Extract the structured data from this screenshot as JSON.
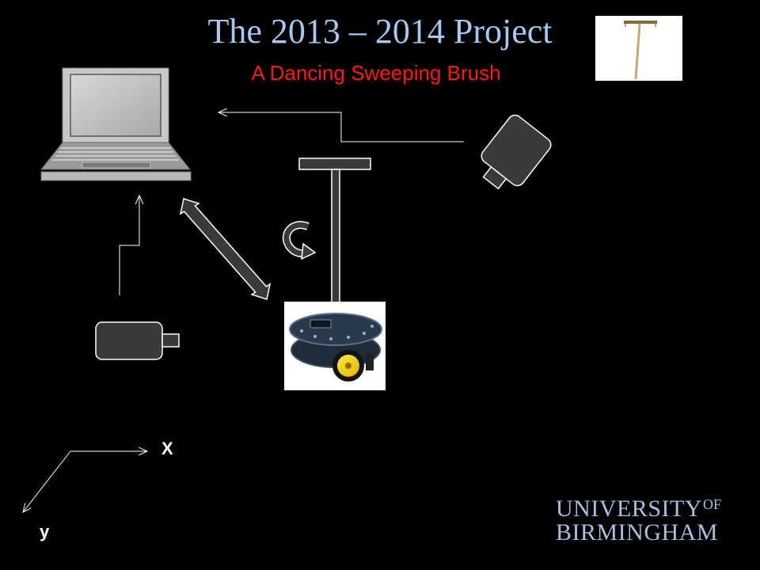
{
  "slide": {
    "title": "The 2013 – 2014 Project",
    "subtitle": "A Dancing Sweeping Brush",
    "axis_x_label": "X",
    "axis_y_label": "y",
    "logo": {
      "line1": "UNIVERSITY",
      "line1_suffix": "OF",
      "line2": "BIRMINGHAM"
    }
  },
  "colors": {
    "background": "#000000",
    "title": "#a6c8ee",
    "subtitle": "#ff1a1a",
    "logo": "#a9bfe0",
    "device": "#3a3a3a"
  }
}
